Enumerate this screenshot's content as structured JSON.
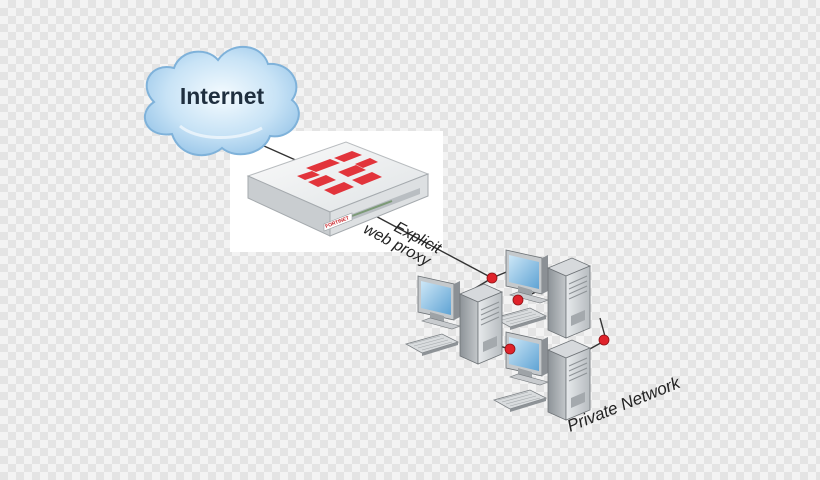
{
  "cloud": {
    "label": "Internet"
  },
  "firewall": {
    "brand": "FORTINET"
  },
  "link": {
    "line1": "Explicit",
    "line2": "web proxy"
  },
  "network": {
    "label": "Private Network"
  },
  "colors": {
    "cloud_fill": "#a9d1ef",
    "cloud_stroke": "#7fb2da",
    "cloud_text": "#1f2f3f",
    "device_red": "#e2343b",
    "device_body": "#eceff0",
    "wire": "#333333",
    "node": "#e0232b",
    "text": "#222222"
  },
  "icons": [
    "cloud-icon",
    "firewall-appliance-icon",
    "server-tower-icon",
    "crt-monitor-icon",
    "keyboard-icon",
    "network-node-icon"
  ]
}
